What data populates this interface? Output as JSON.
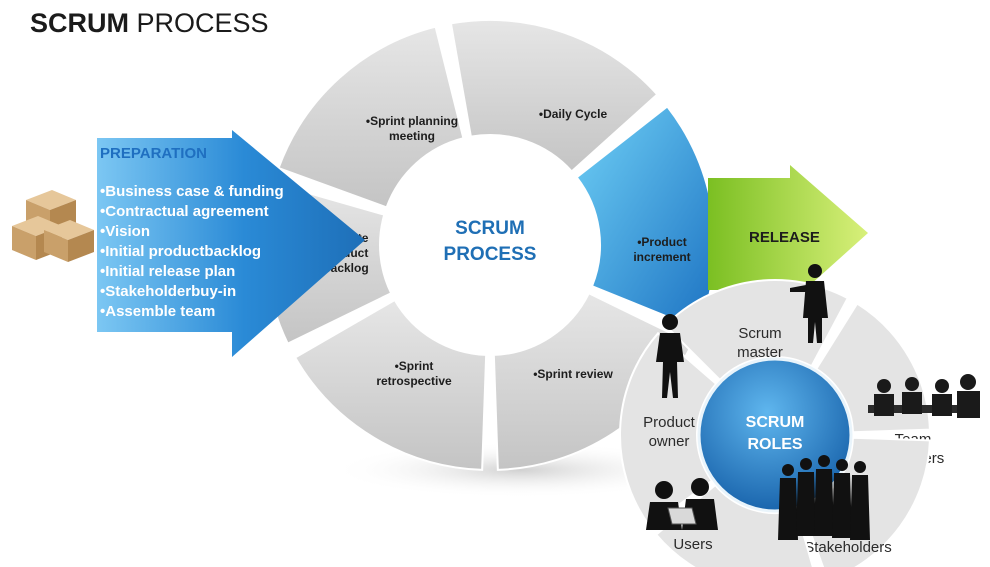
{
  "title": {
    "bold": "SCRUM",
    "regular": "PROCESS"
  },
  "colors": {
    "title": "#1b1b1b",
    "cycle_segment": "#cfcfcf",
    "product_increment": "#2f8fd6",
    "preparation_arrow": "#2a8ad6",
    "release_arrow": "#9fd43a",
    "center_text": "#1f6fb5",
    "roles_center": "#1b78c8"
  },
  "preparation": {
    "heading": "PREPARATION",
    "items": [
      "•Business case & funding",
      "•Contractual agreement",
      "•Vision",
      "•Initial productbacklog",
      "•Initial release plan",
      "•Stakeholderbuy-in",
      "•Assemble team"
    ]
  },
  "cycle": {
    "center_lines": [
      "SCRUM",
      "PROCESS"
    ],
    "segments": [
      {
        "lines": [
          "•Sprint planning",
          "meeting"
        ]
      },
      {
        "lines": [
          "•Daily Cycle"
        ]
      },
      {
        "lines": [
          "•Product",
          "increment"
        ]
      },
      {
        "lines": [
          "•Sprint review"
        ]
      },
      {
        "lines": [
          "•Sprint",
          "retrospective"
        ]
      },
      {
        "lines": [
          "•Update",
          "product",
          "backlog"
        ]
      }
    ]
  },
  "release": {
    "label": "RELEASE"
  },
  "roles": {
    "center_lines": [
      "SCRUM",
      "ROLES"
    ],
    "segments": [
      {
        "lines": [
          "Scrum",
          "master"
        ]
      },
      {
        "lines": [
          "Team",
          "members"
        ]
      },
      {
        "lines": [
          "Stakeholders"
        ]
      },
      {
        "lines": [
          "Users"
        ]
      },
      {
        "lines": [
          "Product",
          "owner"
        ]
      }
    ]
  },
  "icons": [
    "boxes-icon",
    "businessman-pointing-icon",
    "businesswoman-icon",
    "team-meeting-icon",
    "stakeholders-group-icon",
    "users-laptop-icon"
  ]
}
